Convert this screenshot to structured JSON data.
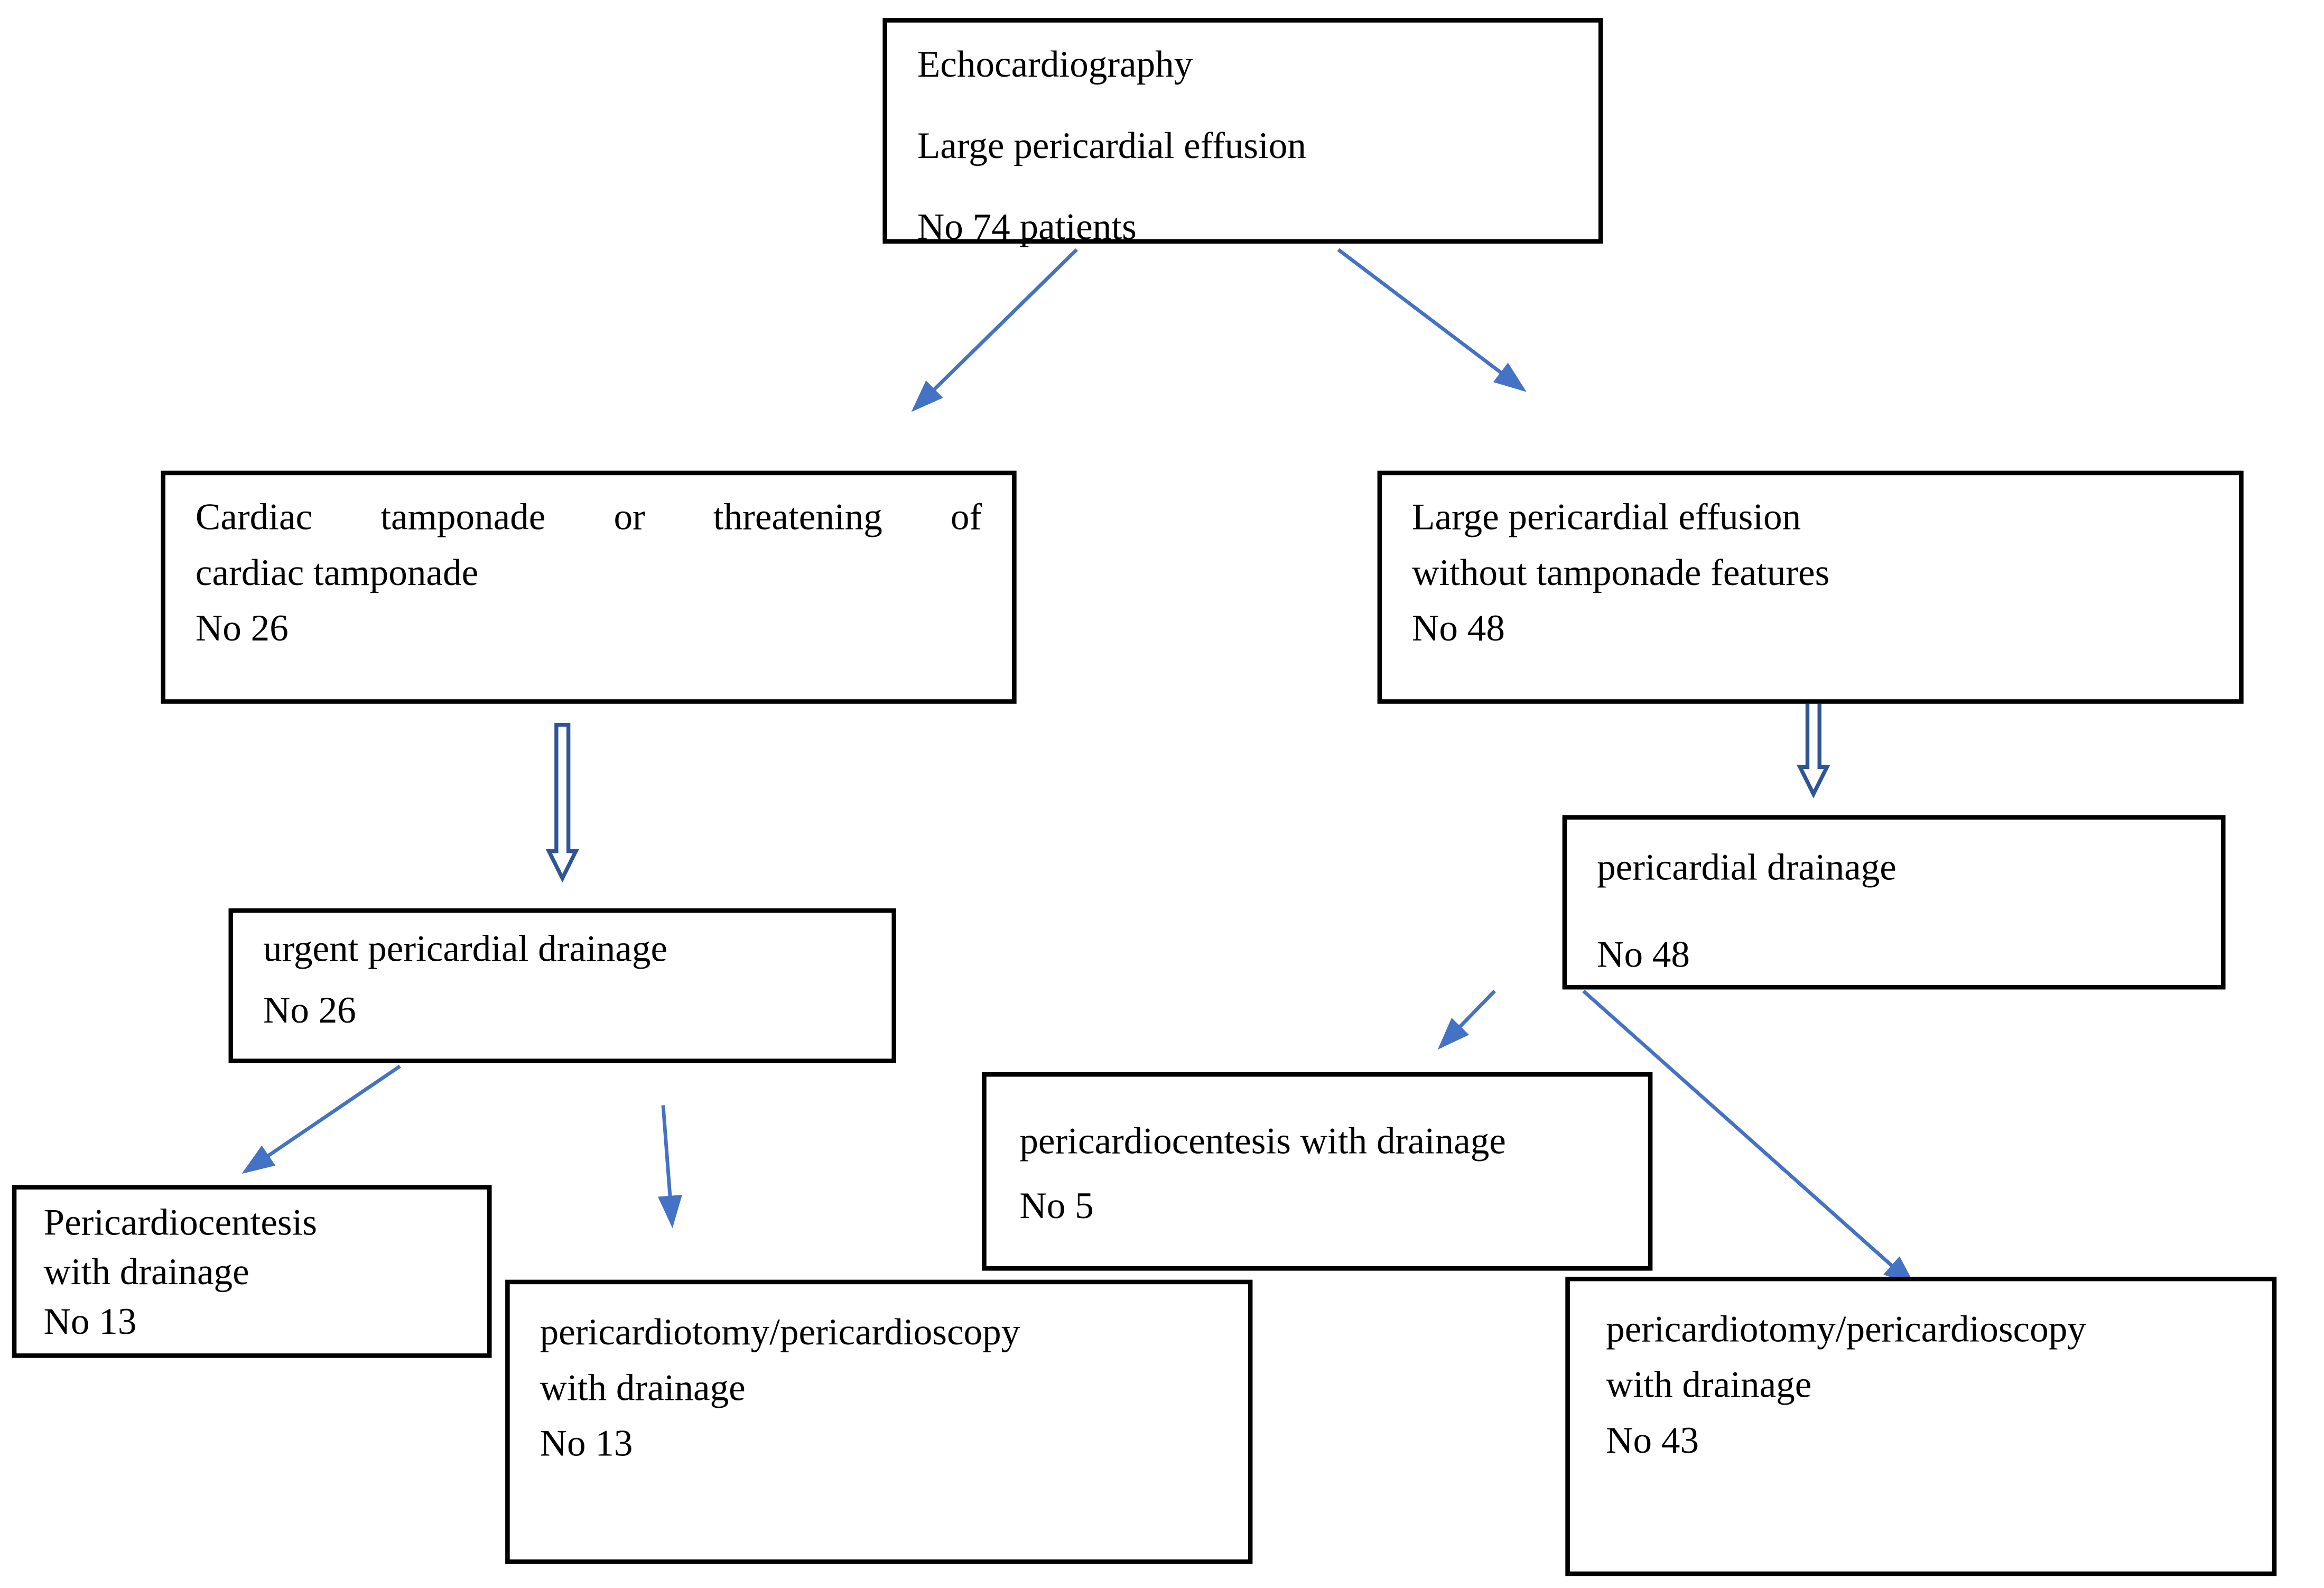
{
  "figure": {
    "type": "flowchart",
    "description": "Management flow of 74 patients with large pericardial effusion on echocardiography"
  },
  "colors": {
    "background": "#FFFFFF",
    "box_border": "#000000",
    "thin_arrow_blue": "#4472C4",
    "block_arrow_blue": "#2F5597"
  },
  "nodes": {
    "echo": {
      "lines": [
        "Echocardiography",
        "Large pericardial effusion",
        "No 74 patients"
      ],
      "count": 74
    },
    "tamponade": {
      "lines": [
        "Cardiac tamponade or threatening of",
        "cardiac tamponade",
        "No 26"
      ],
      "count": 26
    },
    "noTamponade": {
      "lines": [
        "Large pericardial effusion",
        "without tamponade features",
        "No 48"
      ],
      "count": 48
    },
    "urgent": {
      "lines": [
        "urgent pericardial drainage",
        "No 26"
      ],
      "count": 26
    },
    "drainage48": {
      "lines": [
        "pericardial drainage",
        "No 48"
      ],
      "count": 48
    },
    "centesis13": {
      "lines": [
        "Pericardiocentesis",
        "with drainage",
        "No 13"
      ],
      "count": 13
    },
    "otomy13": {
      "lines": [
        "pericardiotomy/pericardioscopy",
        "with drainage",
        "No 13"
      ],
      "count": 13
    },
    "centesis5": {
      "lines": [
        "pericardiocentesis with drainage",
        "No 5"
      ],
      "count": 5
    },
    "otomy43": {
      "lines": [
        "pericardiotomy/pericardioscopy",
        "with drainage",
        "No 43"
      ],
      "count": 43
    }
  },
  "edges": [
    {
      "from": "echo",
      "to": "tamponade",
      "style": "thin-arrow"
    },
    {
      "from": "echo",
      "to": "noTamponade",
      "style": "thin-arrow"
    },
    {
      "from": "tamponade",
      "to": "urgent",
      "style": "hollow-block-arrow"
    },
    {
      "from": "noTamponade",
      "to": "drainage48",
      "style": "hollow-block-arrow"
    },
    {
      "from": "urgent",
      "to": "centesis13",
      "style": "thin-arrow"
    },
    {
      "from": "urgent",
      "to": "otomy13",
      "style": "thin-arrow"
    },
    {
      "from": "drainage48",
      "to": "centesis5",
      "style": "thin-arrow"
    },
    {
      "from": "drainage48",
      "to": "otomy43",
      "style": "thin-arrow"
    }
  ]
}
